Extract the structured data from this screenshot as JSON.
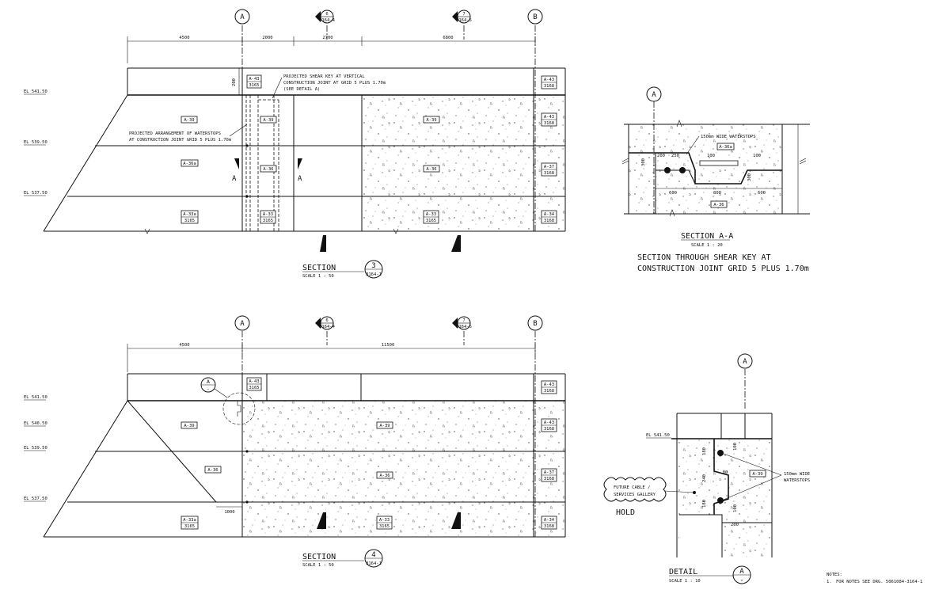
{
  "grid_labels": {
    "a": "A",
    "b": "B"
  },
  "section_marks": {
    "six": {
      "num": "6",
      "ref": "3164-4"
    },
    "seven": {
      "num": "7",
      "ref": "3164-5"
    }
  },
  "section3": {
    "dims": [
      "4500",
      "2000",
      "2700",
      "6800"
    ],
    "dim_vertical": "200",
    "elevations": [
      "EL 541.50",
      "EL 539.50",
      "EL 537.50"
    ],
    "tags": {
      "a43_left": [
        "A-43",
        "3165"
      ],
      "a43_right": [
        "A-43",
        "3168"
      ],
      "a39_left": "A-39",
      "a39_mid": "A-39",
      "a39_right": "A-39",
      "a43_mid_right": [
        "A-43",
        "3168"
      ],
      "a36a": "A-36a",
      "a36_mid": "A-36",
      "a36_right": "A-36",
      "a37_right": [
        "A-37",
        "3168"
      ],
      "a33a_left": [
        "A-33a",
        "3165"
      ],
      "a33_mid": [
        "A-33",
        "3165"
      ],
      "a33_right": [
        "A-33",
        "3165"
      ],
      "a34_right": [
        "A-34",
        "3168"
      ]
    },
    "note_shear_key": [
      "PROJECTED SHEAR KEY AT VERTICAL",
      "CONSTRUCTION JOINT AT GRID 5 PLUS 1.70m",
      "(SEE DETAIL A)"
    ],
    "note_waterstops": [
      "PROJECTED ARRANGEMENT OF WATERSTOPS",
      "AT CONSTRUCTION JOINT GRID 5 PLUS 1.70m"
    ],
    "cut_label": "A",
    "title": "SECTION",
    "scale": "SCALE 1 : 50",
    "bubble_num": "3",
    "bubble_ref": "3164-1"
  },
  "section_aa": {
    "title": "SECTION A-A",
    "scale": "SCALE 1 : 20",
    "caption": [
      "SECTION THROUGH SHEAR KEY AT",
      "CONSTRUCTION JOINT GRID 5 PLUS 1.70m"
    ],
    "waterstops": "150mm WIDE WATERSTOPS",
    "dims": [
      "200",
      "250",
      "100",
      "100",
      "300",
      "300",
      "600",
      "800",
      "600"
    ],
    "tag_top": "A-36a",
    "tag_bottom": "A-36"
  },
  "section4": {
    "dims": [
      "4500",
      "11500",
      "1000"
    ],
    "elevations": [
      "EL 541.50",
      "EL 540.50",
      "EL 539.50",
      "EL 537.50"
    ],
    "tags": {
      "a43_left": [
        "A-43",
        "3165"
      ],
      "a43_right": [
        "A-43",
        "3168"
      ],
      "a39_left": "A-39",
      "a39_mid": "A-39",
      "a43_mid_right": [
        "A-43",
        "3168"
      ],
      "a36_left": "A-36",
      "a36_mid": "A-36",
      "a37_right": [
        "A-37",
        "3168"
      ],
      "a33a_left": [
        "A-33a",
        "3165"
      ],
      "a33_mid": [
        "A-33",
        "3165"
      ],
      "a34_right": [
        "A-34",
        "3168"
      ]
    },
    "detail_bubble": "A",
    "detail_bubble_sub": "-",
    "title": "SECTION",
    "scale": "SCALE 1 : 50",
    "bubble_num": "4",
    "bubble_ref": "3164-1"
  },
  "detail_a": {
    "elevation": "EL 541.50",
    "waterstops": [
      "150mm WIDE",
      "WATERSTOPS"
    ],
    "gallery": [
      "FUTURE CABLE /",
      "SERVICES GALLERY"
    ],
    "hold": "HOLD",
    "tag": "A-39",
    "dims": [
      "100",
      "180",
      "240",
      "80",
      "180",
      "100",
      "200"
    ],
    "title": "DETAIL",
    "scale": "SCALE 1 : 10",
    "bubble": "A",
    "bubble_sub": "-"
  },
  "notes": {
    "heading": "NOTES:",
    "num": "1.",
    "text": "FOR NOTES SEE DRG. 5061084-3164-1"
  }
}
